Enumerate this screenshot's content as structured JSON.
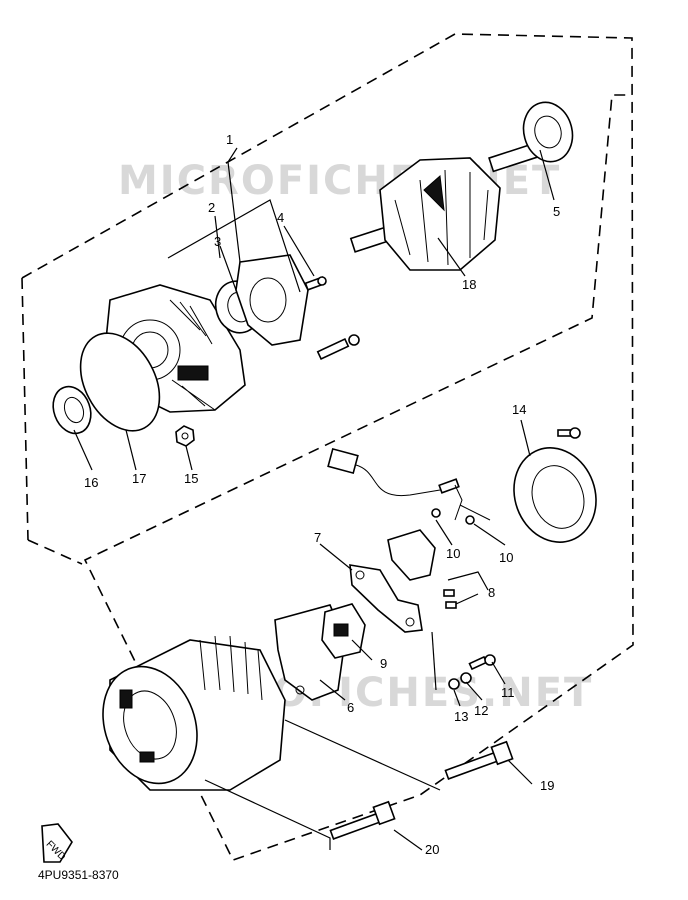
{
  "callouts": {
    "p1": "1",
    "p2": "2",
    "p3": "3",
    "p4": "4",
    "p5": "5",
    "p6": "6",
    "p7": "7",
    "p8": "8",
    "p9": "9",
    "p10a": "10",
    "p10b": "10",
    "p11": "11",
    "p12": "12",
    "p13": "13",
    "p14": "14",
    "p15": "15",
    "p16": "16",
    "p17": "17",
    "p18": "18",
    "p19": "19",
    "p20": "20"
  },
  "fwd_label": "FWD",
  "watermark_top": "MICROFICHES.NET",
  "watermark_bottom": "MICROFICHES.NET",
  "catalog_number": "4PU9351-8370"
}
